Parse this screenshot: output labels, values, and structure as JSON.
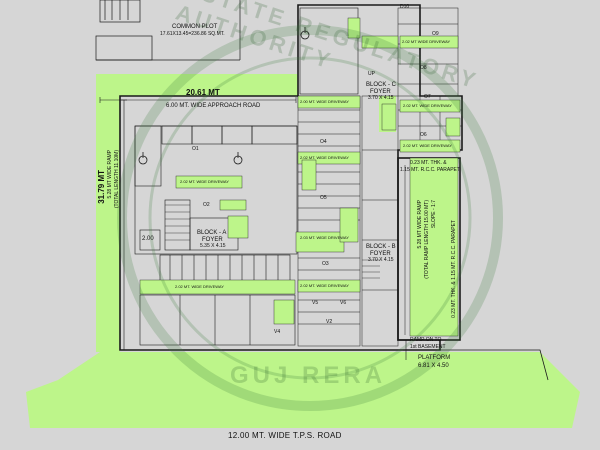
{
  "common_plot": {
    "title": "COMMON PLOT",
    "area": "17.61X13.45=236.86 SQ.MT."
  },
  "approach_road": {
    "width_dim": "20.61 MT",
    "name": "6.00 MT. WIDE APPROACH ROAD"
  },
  "left_dims": {
    "main": "31.79 MT",
    "ramp": "5.28 MT WIDE RAMP",
    "ramp_len": "(TOTAL LENGTH 11.10M)"
  },
  "block_a": {
    "name": "BLOCK - A",
    "foyer": "FOYER",
    "size": "5.35 X 4.15"
  },
  "block_b": {
    "name": "BLOCK - B",
    "foyer": "FOYER",
    "size": "3.70 X 4.15"
  },
  "block_c": {
    "name": "BLOCK - C",
    "foyer": "FOYER",
    "size": "3.70 X 4.15"
  },
  "driveways": {
    "d1": "2.02 MT. WIDE DRIVEWAY",
    "d2": "2.00 MT. WIDE DRIVEWAY",
    "d3": "2.02 MT. WIDE DRIVEWAY",
    "d4": "2.03 MT. WIDE DRIVEWAY",
    "d5": "2.02 MT. WIDE DRIVEWAY",
    "d6": "2.02 MT. WIDE DRIVEWAY",
    "d7": "2.02 MT. WIDE DRIVEWAY",
    "d8": "2.02 MT WIDE DRIVEWAY",
    "d9": "2.02 MT. WIDE DRIVEWAY"
  },
  "slots": {
    "o1": "O1",
    "o2": "O2",
    "o3": "O3",
    "o4": "O4",
    "o5": "O5",
    "o6": "O6",
    "o7": "O7",
    "o8": "O8",
    "o9": "O9",
    "d10": "D10",
    "v2": "V2",
    "v4": "V4",
    "v5": "V5",
    "v6": "V6",
    "up": "UP"
  },
  "parapet": {
    "top": "0.23 MT. THK. &",
    "top2": "1.15 MT. R.C.C. PARAPET",
    "bottom": "0.23 MT. THK. & 1.15 MT. R.C.C. PARAPET"
  },
  "ramp_right": {
    "label": "5.28 MT WIDE RAMP",
    "len": "(TOTAL RAMP LENGTH 15.00 MT)",
    "slope": "SLOPE - 1:7"
  },
  "ramp_note": {
    "line1": "RAMP ON TO",
    "line2": "1st BASEMENT"
  },
  "platform": {
    "name": "PLATFORM",
    "size": "6.81 X 4.50"
  },
  "road": "12.00 MT. WIDE T.P.S. ROAD",
  "watermark": {
    "top": "ESTATE REGULATORY AUTHORITY",
    "bottom": "GUJ RERA"
  },
  "dim_200": "2.00",
  "colors": {
    "green": "#bdf58a",
    "line": "#1a1a1a",
    "bg": "#d6d6d6",
    "watermark": "#3b7a3b"
  }
}
